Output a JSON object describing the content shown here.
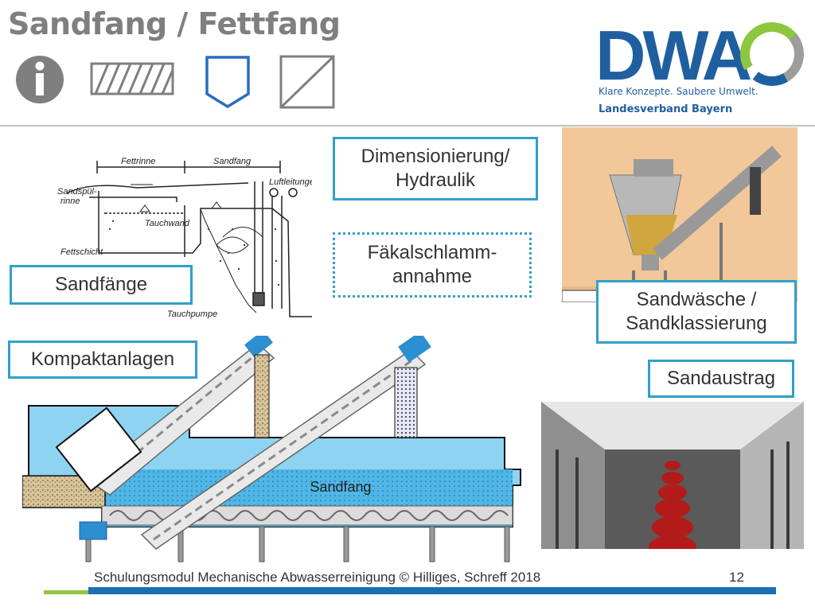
{
  "slide": {
    "title": "Sandfang / Fettfang",
    "icons": [
      "info-icon",
      "hatched-rectangle-icon",
      "shield-shape-icon",
      "diagonal-square-icon"
    ]
  },
  "logo": {
    "brand": "DWA",
    "tagline": "Klare Konzepte. Saubere Umwelt.",
    "region": "Landesverband Bayern",
    "colors": {
      "blue": "#1f5fa0",
      "green": "#8dc63f",
      "gray": "#9d9d9c"
    }
  },
  "drawing": {
    "labels": {
      "fettrinne": "Fettrinne",
      "sandfang": "Sandfang",
      "sandspuelrinne_1": "Sandspül-",
      "sandspuelrinne_2": "rinne",
      "luftleitungen": "Luftleitungen",
      "tauchwand": "Tauchwand",
      "fettschicht": "Fettschicht",
      "tauchpumpe": "Tauchpumpe"
    }
  },
  "boxes": {
    "dimensionierung": "Dimensionierung/ Hydraulik",
    "faekalschlamm": "Fäkalschlamm-annahme",
    "sandfaenge": "Sandfänge",
    "kompaktanlagen": "Kompaktanlagen",
    "sandwaesche": "Sandwäsche / Sandklassierung",
    "sandaustrag": "Sandaustrag"
  },
  "compact_plant": {
    "label": "Sandfang"
  },
  "footer": {
    "text": "Schulungsmodul Mechanische Abwasserreinigung © Hilliges, Schreff  2018",
    "page": "12"
  }
}
